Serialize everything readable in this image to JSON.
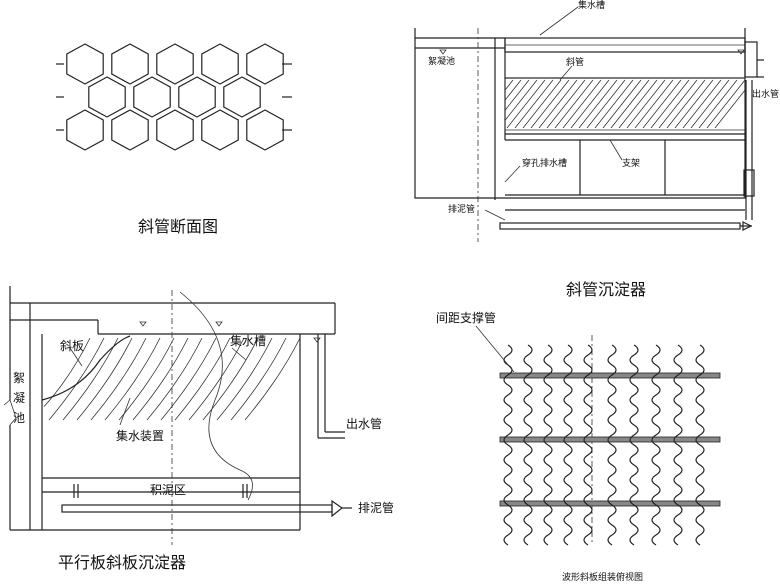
{
  "hex_section": {
    "caption": "斜管断面图"
  },
  "tube_settler": {
    "caption": "斜管沉淀器",
    "labels": {
      "collect_trough": "集水槽",
      "flocculation_tank": "絮凝池",
      "inclined_tube": "斜管",
      "outlet_pipe": "出水管",
      "perforated_pipe": "穿孔排水槽",
      "support": "支架",
      "sludge_pipe": "排泥管"
    }
  },
  "plate_settler": {
    "caption": "平行板斜板沉淀器",
    "labels": {
      "inclined_plate": "斜板",
      "collect_trough": "集水槽",
      "flocculation_tank": "絮凝池",
      "collect_device": "集水装置",
      "outlet_pipe": "出水管",
      "sludge_zone": "积泥区",
      "sludge_pipe": "排泥管"
    }
  },
  "wave_plate": {
    "caption": "波形斜板组装俯视图",
    "labels": {
      "spacer_pipe": "间距支撑管"
    }
  }
}
